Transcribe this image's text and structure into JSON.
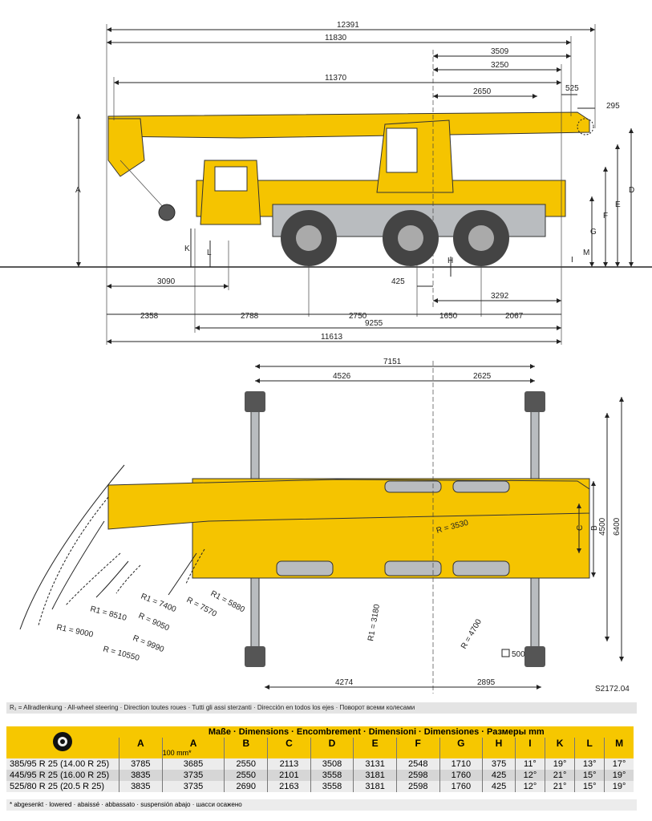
{
  "side_view": {
    "top_dims": [
      "12391",
      "11830",
      "3509",
      "3250",
      "11370",
      "2650",
      "525",
      "295"
    ],
    "bottom_dims": [
      "3090",
      "425",
      "3292",
      "2358",
      "2788",
      "2750",
      "1650",
      "2067",
      "9255",
      "11613"
    ],
    "letters": [
      "A",
      "K",
      "L",
      "H",
      "G",
      "F",
      "E",
      "D",
      "M",
      "I"
    ]
  },
  "top_view": {
    "dims": [
      "7151",
      "4526",
      "2625",
      "4274",
      "2895",
      "4500",
      "6400",
      "500"
    ],
    "letters": [
      "C",
      "B"
    ],
    "radii": [
      "R = 3530",
      "R1 = 3180",
      "R = 4700",
      "R1 = 5880",
      "R = 7570",
      "R1 = 7400",
      "R = 9050",
      "R1 = 8510",
      "R = 9990",
      "R1 = 9000",
      "R = 10550"
    ],
    "drawing_code": "S2172.04"
  },
  "note": "R₁ = Allradlenkung · All-wheel steering · Direction toutes roues · Tutti gli assi sterzanti · Dirección en todos los ejes · Поворот всеми колесами",
  "table": {
    "title": "Maße · Dimensions · Encombrement · Dimensioni · Dimensiones · Размеры mm",
    "columns": [
      "A",
      "A",
      "B",
      "C",
      "D",
      "E",
      "F",
      "G",
      "H",
      "I",
      "K",
      "L",
      "M"
    ],
    "lowered_sub": "100 mm*",
    "rows": [
      [
        "385/95 R 25 (14.00 R 25)",
        "3785",
        "3685",
        "2550",
        "2113",
        "3508",
        "3131",
        "2548",
        "1710",
        "375",
        "11°",
        "19°",
        "13°",
        "17°"
      ],
      [
        "445/95 R 25 (16.00 R 25)",
        "3835",
        "3735",
        "2550",
        "2101",
        "3558",
        "3181",
        "2598",
        "1760",
        "425",
        "12°",
        "21°",
        "15°",
        "19°"
      ],
      [
        "525/80 R 25 (20.5   R 25)",
        "3835",
        "3735",
        "2690",
        "2163",
        "3558",
        "3181",
        "2598",
        "1760",
        "425",
        "12°",
        "21°",
        "15°",
        "19°"
      ]
    ],
    "footnote": "* abgesenkt · lowered · abaissé · abbassato · suspensión abajo · шасси осажено"
  },
  "colors": {
    "crane_yellow": "#f5c400",
    "header_yellow": "#f6c700"
  }
}
